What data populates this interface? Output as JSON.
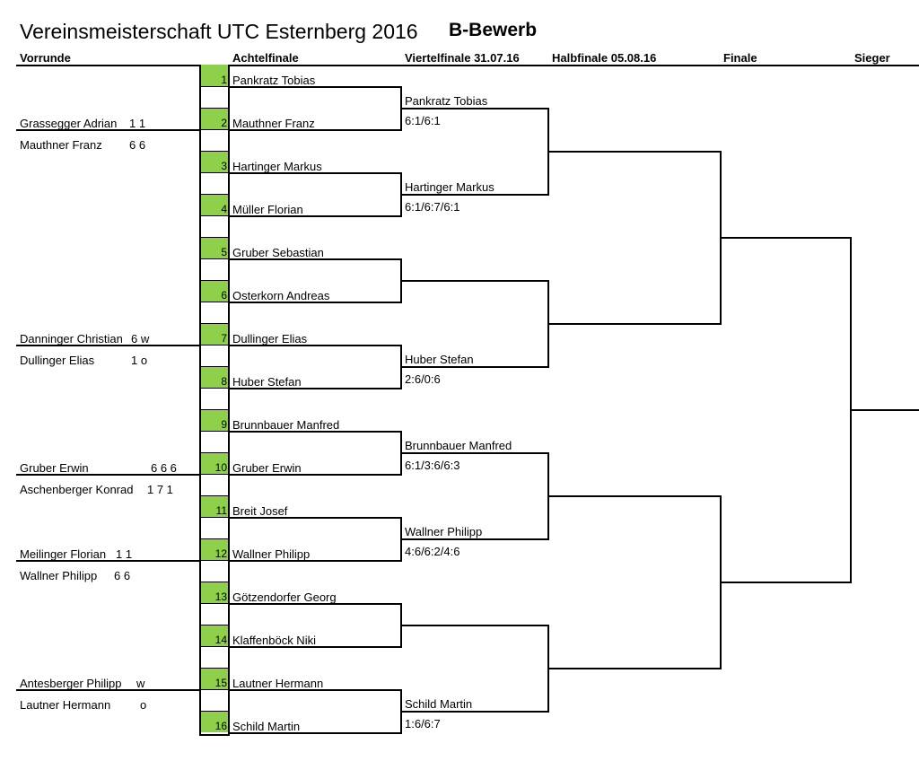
{
  "title": "Vereinsmeisterschaft UTC Esternberg 2016",
  "subtitle": "B-Bewerb",
  "headers": {
    "vorrunde": "Vorrunde",
    "achtelfinale": "Achtelfinale",
    "viertelfinale": "Viertelfinale 31.07.16",
    "halbfinale": "Halbfinale 05.08.16",
    "finale": "Finale",
    "sieger": "Sieger"
  },
  "vorrunde": [
    {
      "player": "Grassegger Adrian",
      "score": "1 1"
    },
    {
      "player": "Mauthner Franz",
      "score": "6 6"
    },
    {
      "player": "Danninger Christian",
      "score": "6 w"
    },
    {
      "player": "Dullinger Elias",
      "score": "1 o"
    },
    {
      "player": "Gruber Erwin",
      "score": "6 6 6"
    },
    {
      "player": "Aschenberger Konrad",
      "score": "1 7 1"
    },
    {
      "player": "Meilinger Florian",
      "score": "1 1"
    },
    {
      "player": "Wallner Philipp",
      "score": "6 6"
    },
    {
      "player": "Antesberger Philipp",
      "score": "w"
    },
    {
      "player": "Lautner Hermann",
      "score": "o"
    }
  ],
  "achtelfinale": [
    {
      "seed": "1",
      "player": "Pankratz Tobias"
    },
    {
      "seed": "2",
      "player": "Mauthner Franz"
    },
    {
      "seed": "3",
      "player": "Hartinger Markus"
    },
    {
      "seed": "4",
      "player": "Müller Florian"
    },
    {
      "seed": "5",
      "player": "Gruber Sebastian"
    },
    {
      "seed": "6",
      "player": "Osterkorn Andreas"
    },
    {
      "seed": "7",
      "player": "Dullinger Elias"
    },
    {
      "seed": "8",
      "player": "Huber Stefan"
    },
    {
      "seed": "9",
      "player": "Brunnbauer Manfred"
    },
    {
      "seed": "10",
      "player": "Gruber Erwin"
    },
    {
      "seed": "11",
      "player": "Breit Josef"
    },
    {
      "seed": "12",
      "player": "Wallner Philipp"
    },
    {
      "seed": "13",
      "player": "Götzendorfer Georg"
    },
    {
      "seed": "14",
      "player": "Klaffenböck Niki"
    },
    {
      "seed": "15",
      "player": "Lautner Hermann"
    },
    {
      "seed": "16",
      "player": "Schild Martin"
    }
  ],
  "viertelfinale": [
    {
      "player": "Pankratz Tobias",
      "score": "6:1/6:1"
    },
    {
      "player": "Hartinger Markus",
      "score": "6:1/6:7/6:1"
    },
    {
      "player": "",
      "score": ""
    },
    {
      "player": "Huber Stefan",
      "score": "2:6/0:6"
    },
    {
      "player": "Brunnbauer Manfred",
      "score": "6:1/3:6/6:3"
    },
    {
      "player": "Wallner Philipp",
      "score": "4:6/6:2/4:6"
    },
    {
      "player": "",
      "score": ""
    },
    {
      "player": "Schild Martin",
      "score": "1:6/6:7"
    }
  ],
  "colors": {
    "seed_fill": "#8fd04a",
    "line": "#000000"
  }
}
